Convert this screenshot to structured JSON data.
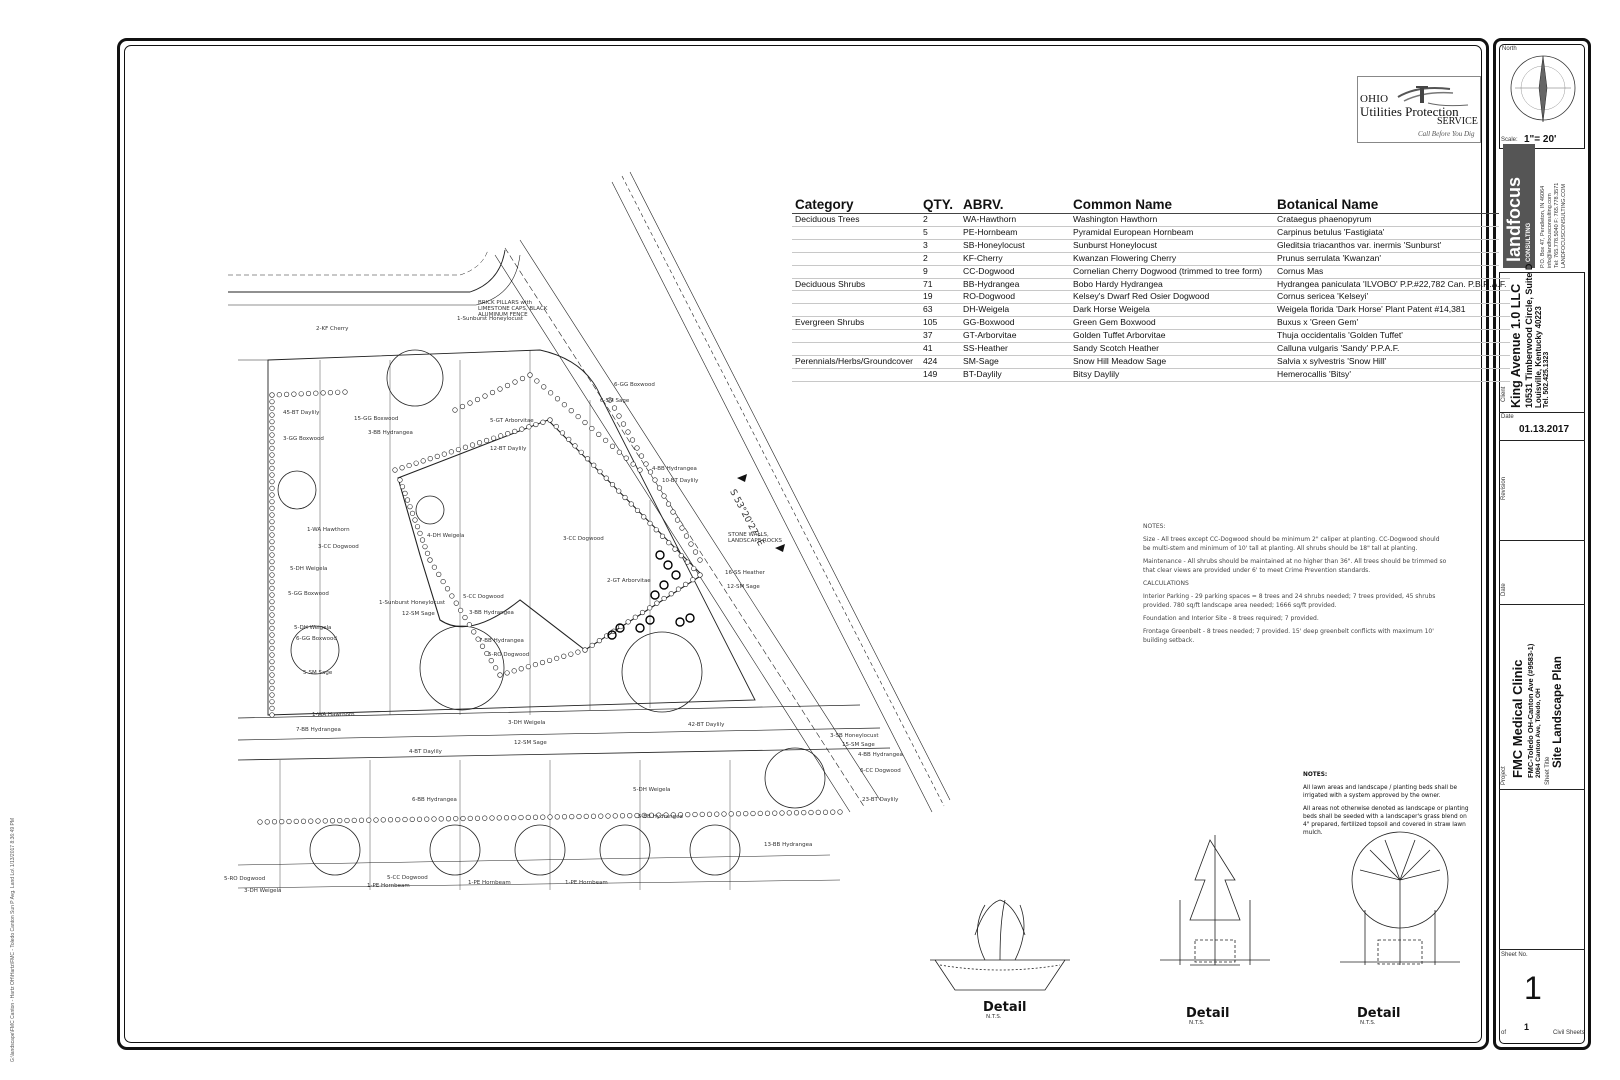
{
  "sheet": {
    "logo": {
      "line1": "OHIO",
      "line2": "Utilities Protection",
      "line3": "SERVICE",
      "tagline": "Call Before You Dig"
    },
    "file_path": "G:\\landscape\\FMC Canton - Hartz OH\\Hartz\\FMC - Toledo Canton Sun P Avg. Land Lo\\ 1/13/2017 8:36:49 PM"
  },
  "title_block": {
    "north_label": "North",
    "scale_label": "Scale:",
    "scale_value": "1\"= 20'",
    "firm_name": "landfocus",
    "firm_sub": "CONSULTING",
    "firm_address": "P.O. Box 47, Pendleton, IN 46064",
    "firm_email": "info@landfocusconsulting.com",
    "firm_phone": "Tel: 765.778.5040  F: 765.778.3571",
    "firm_web": "LANDFOCUSCONSULTING.COM",
    "client_label": "Client",
    "client_name": "King Avenue 1.0 LLC",
    "client_addr1": "10531 Timberwood Circle, Suite D",
    "client_addr2": "Louisville, Kentucky 40223",
    "client_tel": "Tel. 502.425.1323",
    "date_label": "Date",
    "date_value": "01.13.2017",
    "revision_label": "Revision",
    "date2_label": "Date",
    "project_label": "Project",
    "project_name": "FMC Medical Clinic",
    "project_sub": "FMC-Toledo OH-Canton Ave (#9583-1)",
    "project_addr": "2064 Canton Ave, Toledo, OH",
    "sheet_title_label": "Sheet Title",
    "sheet_title": "Site Landscape Plan",
    "sheet_no_label": "Sheet No.",
    "sheet_no": "1",
    "of_label": "of",
    "of_value": "1",
    "civil_label": "Civil Sheets"
  },
  "plant_schedule": {
    "headers": [
      "Category",
      "QTY.",
      "ABRV.",
      "Common Name",
      "Botanical Name"
    ],
    "rows": [
      [
        "Deciduous Trees",
        "2",
        "WA-Hawthorn",
        "Washington Hawthorn",
        "Crataegus phaenopyrum"
      ],
      [
        "",
        "5",
        "PE-Hornbeam",
        "Pyramidal European Hornbeam",
        "Carpinus betulus 'Fastigiata'"
      ],
      [
        "",
        "3",
        "SB-Honeylocust",
        "Sunburst Honeylocust",
        "Gleditsia triacanthos var. inermis 'Sunburst'"
      ],
      [
        "",
        "2",
        "KF-Cherry",
        "Kwanzan Flowering Cherry",
        "Prunus serrulata 'Kwanzan'"
      ],
      [
        "",
        "9",
        "CC-Dogwood",
        "Cornelian Cherry Dogwood (trimmed to tree form)",
        "Cornus Mas"
      ],
      [
        "Deciduous Shrubs",
        "71",
        "BB-Hydrangea",
        "Bobo Hardy Hydrangea",
        "Hydrangea paniculata 'ILVOBO' P.P.#22,782 Can. P.B.R.A.F."
      ],
      [
        "",
        "19",
        "RO-Dogwood",
        "Kelsey's Dwarf Red Osier Dogwood",
        "Cornus sericea 'Kelseyi'"
      ],
      [
        "",
        "63",
        "DH-Weigela",
        "Dark Horse Weigela",
        "Weigela florida 'Dark Horse' Plant Patent #14,381"
      ],
      [
        "Evergreen Shrubs",
        "105",
        "GG-Boxwood",
        "Green Gem Boxwood",
        "Buxus x 'Green Gem'"
      ],
      [
        "",
        "37",
        "GT-Arborvitae",
        "Golden Tuffet Arborvitae",
        "Thuja occidentalis 'Golden Tuffet'"
      ],
      [
        "",
        "41",
        "SS-Heather",
        "Sandy Scotch Heather",
        "Calluna vulgaris 'Sandy' P.P.A.F."
      ],
      [
        "Perennials/Herbs/Groundcover",
        "424",
        "SM-Sage",
        "Snow Hill Meadow Sage",
        "Salvia x sylvestris 'Snow Hill'"
      ],
      [
        "",
        "149",
        "BT-Daylily",
        "Bitsy Daylily",
        "Hemerocallis 'Bitsy'"
      ]
    ]
  },
  "notes": {
    "heading": "NOTES:",
    "size": "Size - All trees except CC-Dogwood should be minimum 2\" caliper at planting. CC-Dogwood should be multi-stem and minimum of 10' tall at planting. All shrubs should be 18\" tall at planting.",
    "maintenance": "Maintenance - All shrubs should be maintained at no higher than 36\". All trees should be trimmed so that clear views are provided under 6' to meet Crime Prevention standards.",
    "calc_heading": "CALCULATIONS",
    "calc1": "Interior Parking - 29 parking spaces = 8 trees and 24 shrubs needed; 7 trees provided, 45 shrubs provided. 780 sq/ft landscape area needed; 1666 sq/ft provided.",
    "calc2": "Foundation and Interior Site - 8 trees required; 7 provided.",
    "calc3": "Frontage Greenbelt - 8 trees needed; 7 provided. 15' deep greenbelt conflicts with maximum 10' building setback."
  },
  "notes2": {
    "heading": "NOTES:",
    "note1": "All lawn areas and landscape / planting beds shall be irrigated with a system approved by the owner.",
    "note2": "All areas not otherwise denoted as landscape or planting beds shall be seeded with a landscaper's grass blend on 4\" prepared, fertilized topsoil and covered in straw lawn mulch."
  },
  "details": [
    {
      "label": "Detail",
      "scale": "N.T.S."
    },
    {
      "label": "Detail",
      "scale": "N.T.S."
    },
    {
      "label": "Detail",
      "scale": "N.T.S."
    }
  ],
  "plan_labels": {
    "bearing": "S 53°20'27\" E",
    "l1": "2-KF Cherry",
    "l2": "1-Sunburst Honeylocust",
    "l3": "45-BT Daylily",
    "l4": "3-GG Boxwood",
    "l5": "15-GG Boxwood",
    "l6": "3-BB Hydrangea",
    "l7": "5-GT Arborvitae",
    "l8": "12-BT Daylily",
    "l9": "6-SM Sage",
    "l10": "1-WA Hawthorn",
    "l11": "3-CC Dogwood",
    "l12": "5-DH Weigela",
    "l13": "5-GG Boxwood",
    "l14": "5-DH Weigela",
    "l15": "6-GG Boxwood",
    "l16": "5-SM Sage",
    "l17": "1-WA Hawthorn",
    "l18": "7-BB Hydrangea",
    "l19": "4-BT Daylily",
    "l20": "1-Sunburst Honeylocust",
    "l21": "12-SM Sage",
    "l22": "4-DH Weigela",
    "l23": "5-CC Dogwood",
    "l24": "3-BB Hydrangea",
    "l25": "7-BB Hydrangea",
    "l26": "5-RO Dogwood",
    "l27": "3-DH Weigela",
    "l28": "12-SM Sage",
    "l29": "16-SS Heather",
    "l30": "12-SM Sage",
    "l31": "42-BT Daylily",
    "l32": "15-SM Sage",
    "l33": "4-BB Hydrangea",
    "l34": "6-CC Dogwood",
    "l35": "23-BT Daylily",
    "l36": "5-RO Dogwood",
    "l37": "3-DH Weigela",
    "l38": "5-CC Dogwood",
    "l39": "1-PE Hornbeam",
    "l40": "1-PE Hornbeam",
    "l41": "1-PE Hornbeam",
    "l42": "6-BB Hydrangea",
    "l43": "5-DH Weigela",
    "l44": "5-BB Hydrangea",
    "l45": "13-BB Hydrangea",
    "l46": "3-SB Honeylocust",
    "l47": "BRICK PILLARS with LIMESTONE CAPS, BLACK ALUMINUM FENCE",
    "l48": "STONE WALLS, LANDSCAPE ROCKS",
    "l49": "6-GG Boxwood",
    "l50": "4-BB Hydrangea",
    "l51": "10-BT Daylily",
    "l52": "3-CC Dogwood",
    "l53": "2-GT Arborvitae"
  }
}
